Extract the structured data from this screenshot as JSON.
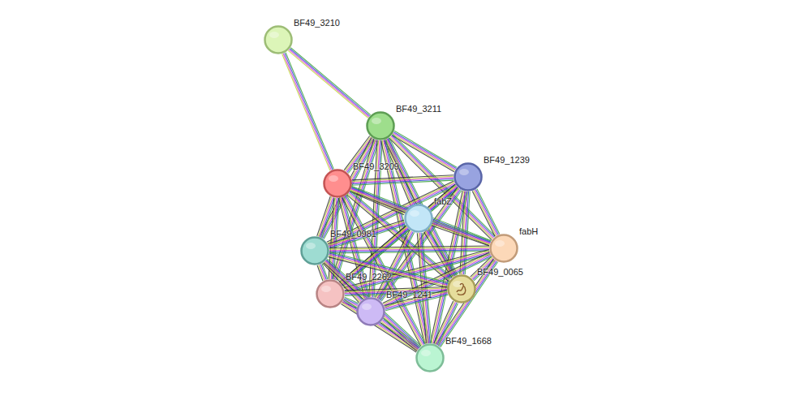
{
  "diagram": {
    "nodes": [
      {
        "text": [
          "BF49_3210"
        ]
      },
      {
        "text": [
          "BF49_3211"
        ]
      },
      {
        "text": [
          "BF49_1239"
        ]
      },
      {
        "text": [
          "BF49_3209"
        ]
      },
      {
        "text": [
          "fabZ"
        ]
      },
      {
        "text": [
          "fabH"
        ]
      },
      {
        "text": [
          "BF49_0981"
        ]
      },
      {
        "text": [
          "BF49_0065"
        ]
      },
      {
        "text": [
          "BF49_2262"
        ]
      },
      {
        "text": [
          "BF49_1241"
        ]
      },
      {
        "text": [
          "BF49_1668"
        ]
      }
    ],
    "edges": [
      {
        "from": 0,
        "to": 1,
        "arrow": "none"
      },
      {
        "from": 0,
        "to": 3,
        "arrow": "none"
      },
      {
        "from": 1,
        "to": 2,
        "arrow": "none"
      },
      {
        "from": 1,
        "to": 3,
        "arrow": "none"
      },
      {
        "from": 1,
        "to": 4,
        "arrow": "none"
      },
      {
        "from": 1,
        "to": 5,
        "arrow": "none"
      },
      {
        "from": 1,
        "to": 6,
        "arrow": "none"
      },
      {
        "from": 1,
        "to": 7,
        "arrow": "none"
      },
      {
        "from": 1,
        "to": 8,
        "arrow": "none"
      },
      {
        "from": 1,
        "to": 9,
        "arrow": "none"
      },
      {
        "from": 1,
        "to": 10,
        "arrow": "none"
      },
      {
        "from": 2,
        "to": 3,
        "arrow": "none"
      },
      {
        "from": 2,
        "to": 4,
        "arrow": "none"
      },
      {
        "from": 2,
        "to": 5,
        "arrow": "none"
      },
      {
        "from": 2,
        "to": 6,
        "arrow": "none"
      },
      {
        "from": 2,
        "to": 7,
        "arrow": "none"
      },
      {
        "from": 2,
        "to": 8,
        "arrow": "none"
      },
      {
        "from": 2,
        "to": 9,
        "arrow": "none"
      },
      {
        "from": 2,
        "to": 10,
        "arrow": "none"
      },
      {
        "from": 3,
        "to": 4,
        "arrow": "none"
      },
      {
        "from": 3,
        "to": 5,
        "arrow": "none"
      },
      {
        "from": 3,
        "to": 6,
        "arrow": "none"
      },
      {
        "from": 3,
        "to": 7,
        "arrow": "none"
      },
      {
        "from": 3,
        "to": 8,
        "arrow": "none"
      },
      {
        "from": 3,
        "to": 9,
        "arrow": "none"
      },
      {
        "from": 3,
        "to": 10,
        "arrow": "none"
      },
      {
        "from": 4,
        "to": 5,
        "arrow": "none"
      },
      {
        "from": 4,
        "to": 6,
        "arrow": "none"
      },
      {
        "from": 4,
        "to": 7,
        "arrow": "none"
      },
      {
        "from": 4,
        "to": 8,
        "arrow": "none"
      },
      {
        "from": 4,
        "to": 9,
        "arrow": "none"
      },
      {
        "from": 4,
        "to": 10,
        "arrow": "none"
      },
      {
        "from": 5,
        "to": 6,
        "arrow": "none"
      },
      {
        "from": 5,
        "to": 7,
        "arrow": "none"
      },
      {
        "from": 5,
        "to": 8,
        "arrow": "none"
      },
      {
        "from": 5,
        "to": 9,
        "arrow": "none"
      },
      {
        "from": 5,
        "to": 10,
        "arrow": "none"
      },
      {
        "from": 6,
        "to": 7,
        "arrow": "none"
      },
      {
        "from": 6,
        "to": 8,
        "arrow": "none"
      },
      {
        "from": 6,
        "to": 9,
        "arrow": "none"
      },
      {
        "from": 6,
        "to": 10,
        "arrow": "none"
      },
      {
        "from": 7,
        "to": 8,
        "arrow": "none"
      },
      {
        "from": 7,
        "to": 9,
        "arrow": "none"
      },
      {
        "from": 7,
        "to": 10,
        "arrow": "none"
      },
      {
        "from": 8,
        "to": 9,
        "arrow": "none"
      },
      {
        "from": 8,
        "to": 10,
        "arrow": "none"
      },
      {
        "from": 9,
        "to": 10,
        "arrow": "none"
      }
    ]
  }
}
